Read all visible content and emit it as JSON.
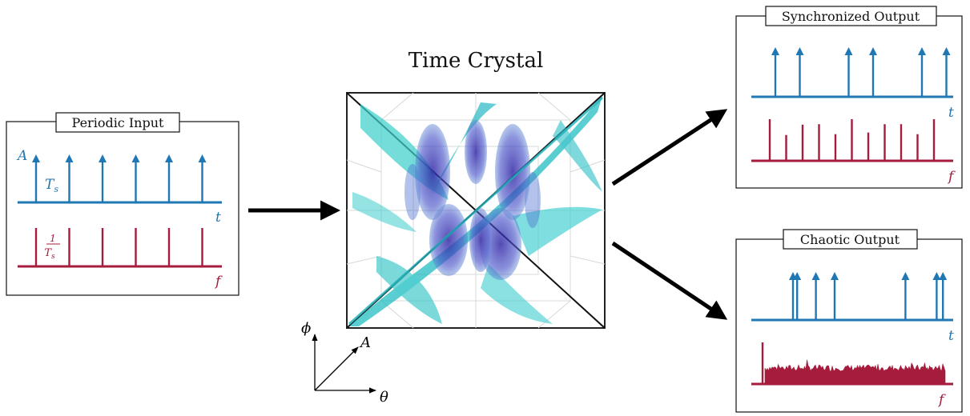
{
  "main_title": "Time Crystal",
  "colors": {
    "blue": "#1f77b4",
    "red": "#a51c3c",
    "teal": "#2ec4c4",
    "indigo": "#3f2fb8",
    "black": "#000000"
  },
  "periodic_input": {
    "title": "Periodic Input",
    "amp_label": "A",
    "period_label": "T",
    "period_sub": "s",
    "freq_num": "1",
    "freq_den": "T",
    "freq_den_sub": "s",
    "t_label": "t",
    "f_label": "f"
  },
  "synchronized_output": {
    "title": "Synchronized Output",
    "t_label": "t",
    "f_label": "f",
    "pulse_times": [
      0,
      1,
      3,
      4,
      6,
      7
    ],
    "freq_heights": [
      1.0,
      0.62,
      0.87,
      0.88,
      0.64,
      1.0,
      0.68,
      0.88,
      0.88,
      0.64,
      1.0
    ]
  },
  "chaotic_output": {
    "title": "Chaotic Output",
    "t_label": "t",
    "f_label": "f",
    "pulse_times": [
      0.0,
      0.1,
      0.55,
      1.0,
      2.7,
      3.45,
      3.6
    ]
  },
  "crystal_axes": {
    "phi": "ϕ",
    "A": "A",
    "theta": "θ"
  }
}
